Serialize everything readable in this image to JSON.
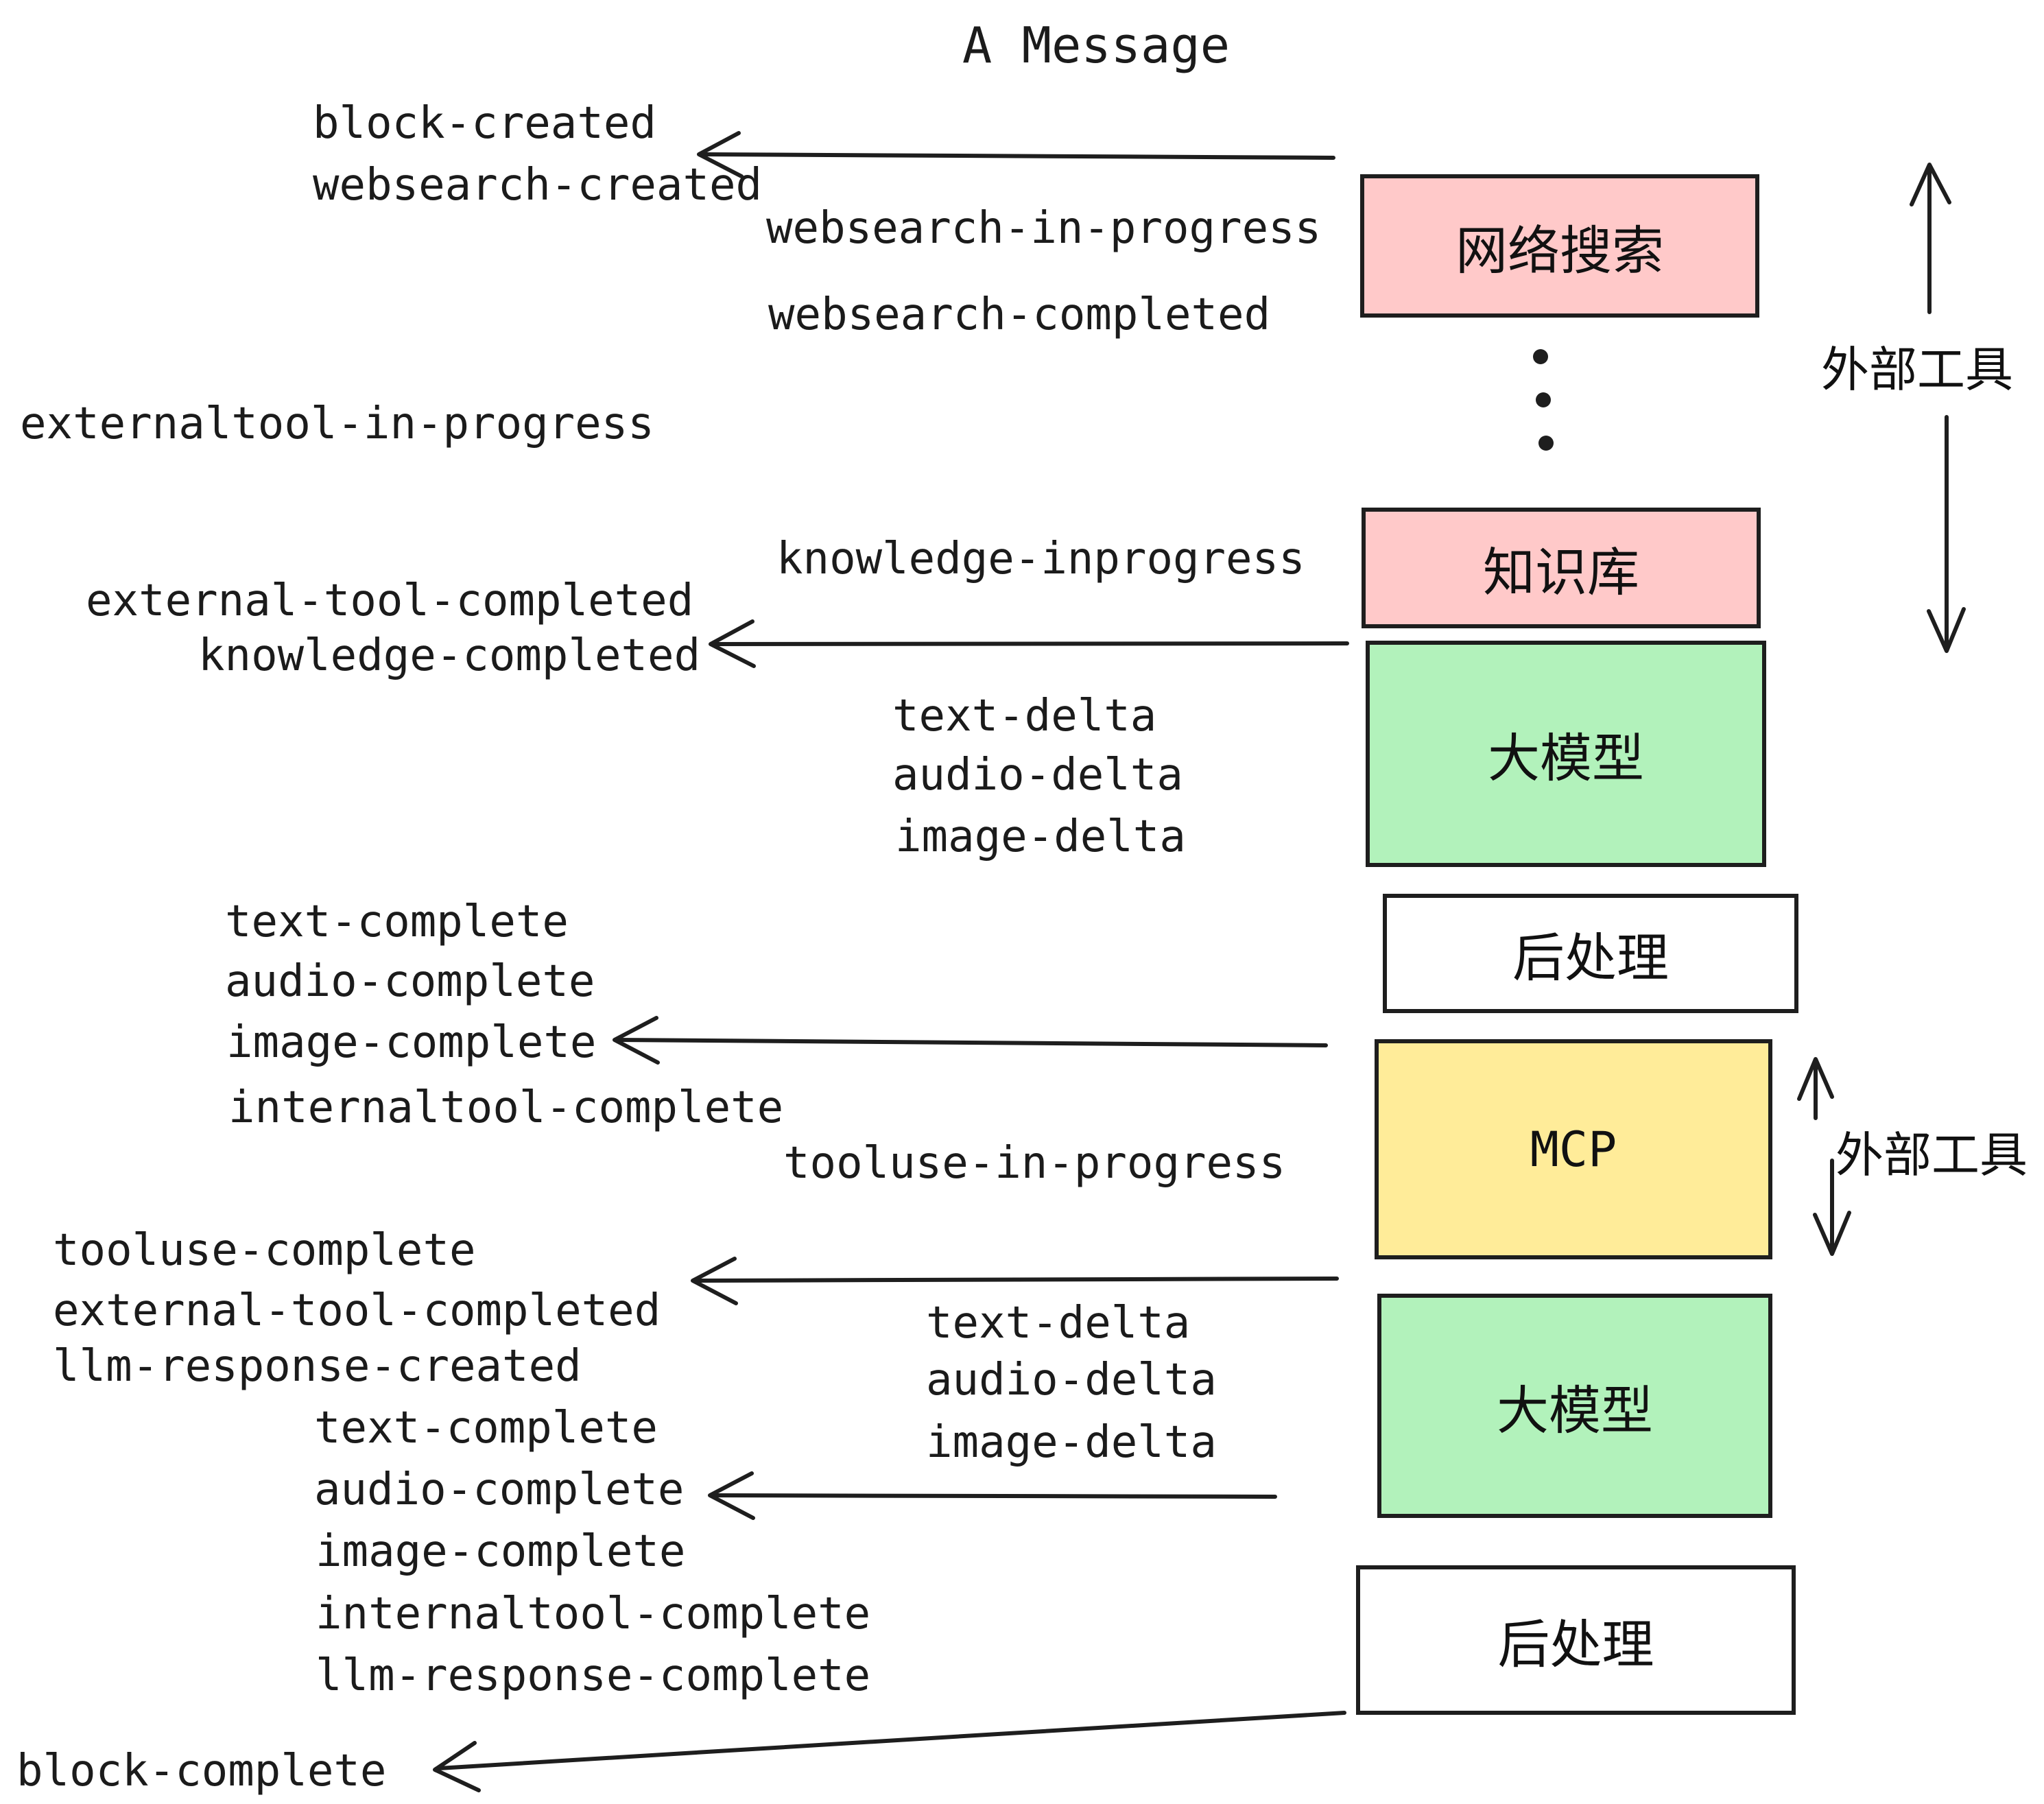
{
  "title": "A Message",
  "events": [
    "block-created",
    "websearch-created",
    "websearch-in-progress",
    "websearch-completed",
    "externaltool-in-progress",
    "knowledge-inprogress",
    "external-tool-completed",
    "knowledge-completed",
    "text-delta",
    "audio-delta",
    "image-delta",
    "text-complete",
    "audio-complete",
    "image-complete",
    "internaltool-complete",
    "tooluse-in-progress",
    "tooluse-complete",
    "external-tool-completed",
    "llm-response-created",
    "text-complete",
    "audio-complete",
    "image-complete",
    "internaltool-complete",
    "llm-response-complete",
    "block-complete",
    "text-delta",
    "audio-delta",
    "image-delta"
  ],
  "boxes": [
    {
      "id": "websearch",
      "label": "网络搜索",
      "color": "#FFC9C9"
    },
    {
      "id": "knowledge",
      "label": "知识库",
      "color": "#FFC9C9"
    },
    {
      "id": "llm-1",
      "label": "大模型",
      "color": "#B2F2BB"
    },
    {
      "id": "postprocess-1",
      "label": "后处理",
      "color": "#FFFFFF"
    },
    {
      "id": "mcp",
      "label": "MCP",
      "color": "#FFEC99"
    },
    {
      "id": "llm-2",
      "label": "大模型",
      "color": "#B2F2BB"
    },
    {
      "id": "postprocess-2",
      "label": "后处理",
      "color": "#FFFFFF"
    }
  ],
  "annotations": [
    {
      "id": "external-tools-top",
      "label": "外部工具"
    },
    {
      "id": "external-tools-mcp",
      "label": "外部工具"
    }
  ],
  "colors": {
    "stroke": "#1e1e1e",
    "text": "#1b1b1b",
    "pink": "#FFC9C9",
    "green": "#B2F2BB",
    "yellow": "#FFEC99",
    "white": "#FFFFFF"
  }
}
